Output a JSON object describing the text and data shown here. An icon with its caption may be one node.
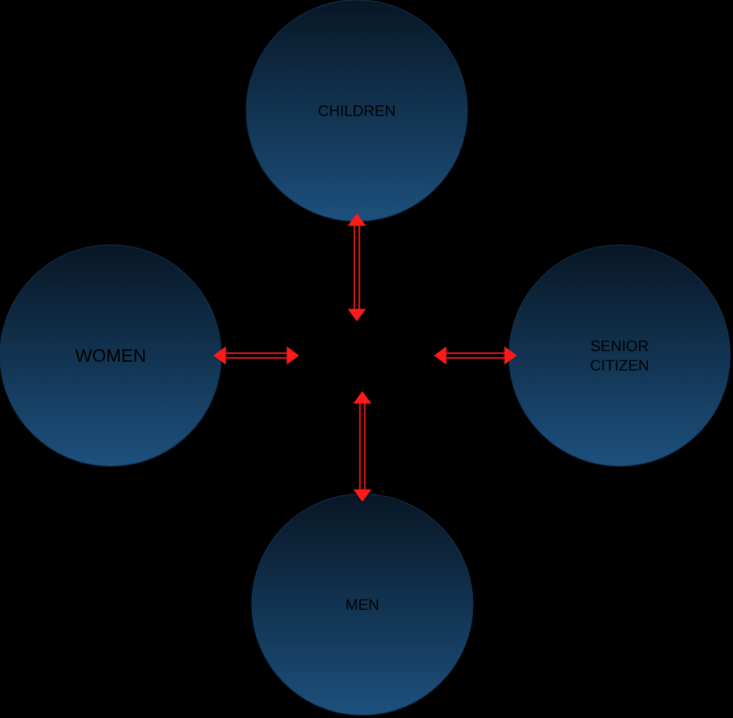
{
  "diagram": {
    "nodes": [
      {
        "text": [
          "CHILDREN"
        ]
      },
      {
        "text": [
          "WOMEN"
        ]
      },
      {
        "text": [
          "SENIOR CITIZEN"
        ]
      },
      {
        "text": [
          "MEN"
        ]
      }
    ],
    "edges": [
      {
        "from": 0,
        "to": null,
        "arrow": "both",
        "color": "#ff1a1a"
      },
      {
        "from": 1,
        "to": null,
        "arrow": "both",
        "color": "#ff1a1a"
      },
      {
        "from": 2,
        "to": null,
        "arrow": "both",
        "color": "#ff1a1a"
      },
      {
        "from": 3,
        "to": null,
        "arrow": "both",
        "color": "#ff1a1a"
      }
    ]
  }
}
